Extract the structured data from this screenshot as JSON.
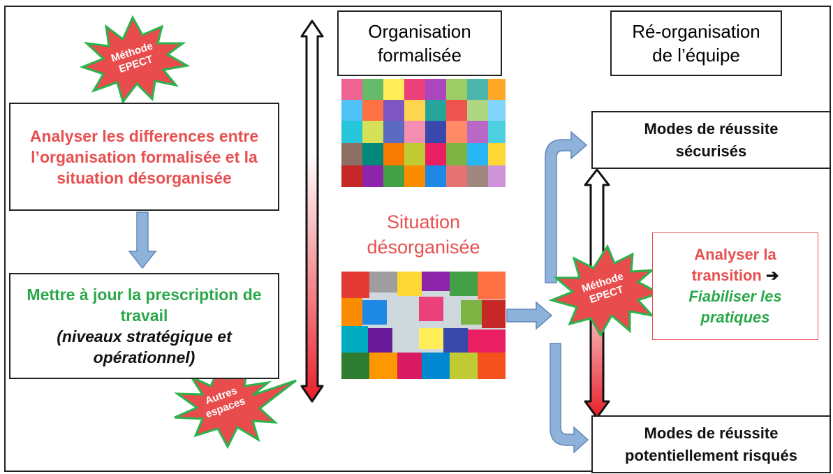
{
  "bursts": {
    "top_left": [
      "Méthode",
      "EPECT"
    ],
    "bottom_left": [
      "Autres",
      "espaces"
    ],
    "right": [
      "Méthode",
      "EPECT"
    ]
  },
  "left": {
    "analyze": "Analyser les differences entre l’organisation formalisée et la situation désorganisée",
    "update_title": "Mettre à jour la prescription de travail",
    "update_detail": "(niveaux stratégique et opérationnel)"
  },
  "middle": {
    "formal_org": [
      "Organisation",
      "formalisée"
    ],
    "disorganized": [
      "Situation",
      "désorganisée"
    ]
  },
  "right": {
    "reorg": [
      "Ré-organisation",
      "de l’équipe"
    ],
    "secure": [
      "Modes de réussite",
      "sécurisés"
    ],
    "risky": [
      "Modes de réussite",
      "potentiellement risqués"
    ],
    "analyze_transition": "Analyser la transition",
    "arrow_glyph": "➔",
    "reliability": "Fiabiliser les pratiques"
  },
  "colors": {
    "red_text": "#e85050",
    "green_text": "#2aa84a",
    "burst_fill": "#e84c4c",
    "burst_stroke": "#2bb34e",
    "flow_arrow": "#8fb2da"
  }
}
